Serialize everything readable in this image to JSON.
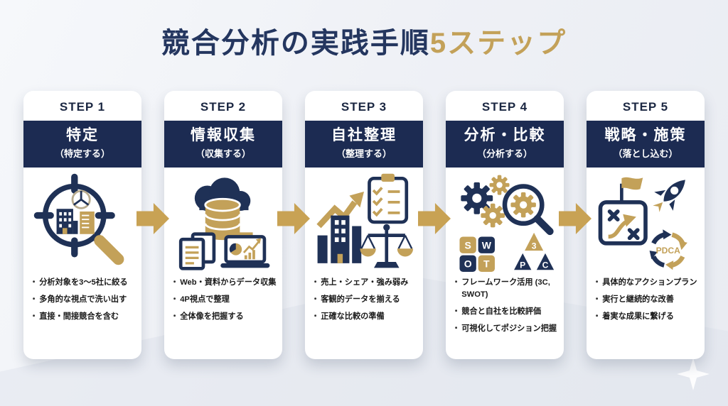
{
  "title": {
    "main": "競合分析の実践手順",
    "accent": "5ステップ"
  },
  "bullet_char": "・",
  "colors": {
    "navy": "#1c2b52",
    "icon_navy": "#1f3156",
    "gold": "#c3a159",
    "arrow_gold": "#c8a254",
    "background": "#eff1f6",
    "card": "#ffffff"
  },
  "steps": [
    {
      "step_label": "STEP 1",
      "title": "特定",
      "subtitle": "（特定する）",
      "icon": "target-magnifier-icon",
      "bullets": [
        "分析対象を3〜5社に絞る",
        "多角的な視点で洗い出す",
        "直接・間接競合を含む"
      ]
    },
    {
      "step_label": "STEP 2",
      "title": "情報収集",
      "subtitle": "（収集する）",
      "icon": "cloud-database-icon",
      "bullets": [
        "Web・資料からデータ収集",
        "4P視点で整理",
        "全体像を把握する"
      ]
    },
    {
      "step_label": "STEP 3",
      "title": "自社整理",
      "subtitle": "（整理する）",
      "icon": "growth-clipboard-balance-icon",
      "bullets": [
        "売上・シェア・強み弱み",
        "客観的データを揃える",
        "正確な比較の準備"
      ]
    },
    {
      "step_label": "STEP 4",
      "title": "分析・比較",
      "subtitle": "（分析する）",
      "icon": "gears-swot-magnifier-icon",
      "bullets": [
        "フレームワーク活用 (3C, SWOT)",
        "競合と自社を比較評価",
        "可視化してポジション把握"
      ]
    },
    {
      "step_label": "STEP 5",
      "title": "戦略・施策",
      "subtitle": "（落とし込む）",
      "icon": "strategy-rocket-pdca-icon",
      "bullets": [
        "具体的なアクションプラン",
        "実行と継続的な改善",
        "着実な成果に繋げる"
      ]
    }
  ],
  "icon_text": {
    "swot_s": "S",
    "swot_w": "W",
    "swot_o": "O",
    "swot_t": "T",
    "pyramid_top": "3",
    "pyramid_left": "P",
    "pyramid_right": "C",
    "pdca": "PDCA"
  }
}
